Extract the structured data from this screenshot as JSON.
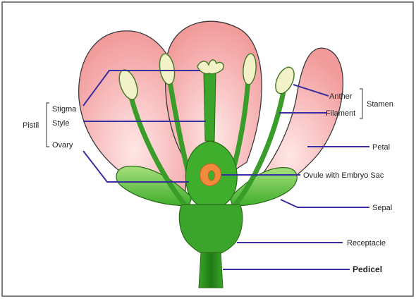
{
  "labels": {
    "pistil": "Pistil",
    "stigma": "Stigma",
    "style": "Style",
    "ovary": "Ovary",
    "anther": "Anther",
    "filament": "Filament",
    "stamen": "Stamen",
    "petal": "Petal",
    "ovule": "Ovule with Embryo Sac",
    "sepal": "Sepal",
    "receptacle": "Receptacle",
    "pedicel": "Pedicel"
  },
  "colors": {
    "petal_fill": "#f3a0a0",
    "petal_center": "#ffe6e6",
    "petal_stroke": "#3a3a3a",
    "green_dark": "#2e8b1e",
    "green_mid": "#4cb32e",
    "green_light": "#8fd16a",
    "anther_fill": "#f2f2c8",
    "ovule_fill": "#f28a3c",
    "leader_line": "#3a2fa0",
    "bracket": "#555555",
    "frame": "#555555"
  }
}
